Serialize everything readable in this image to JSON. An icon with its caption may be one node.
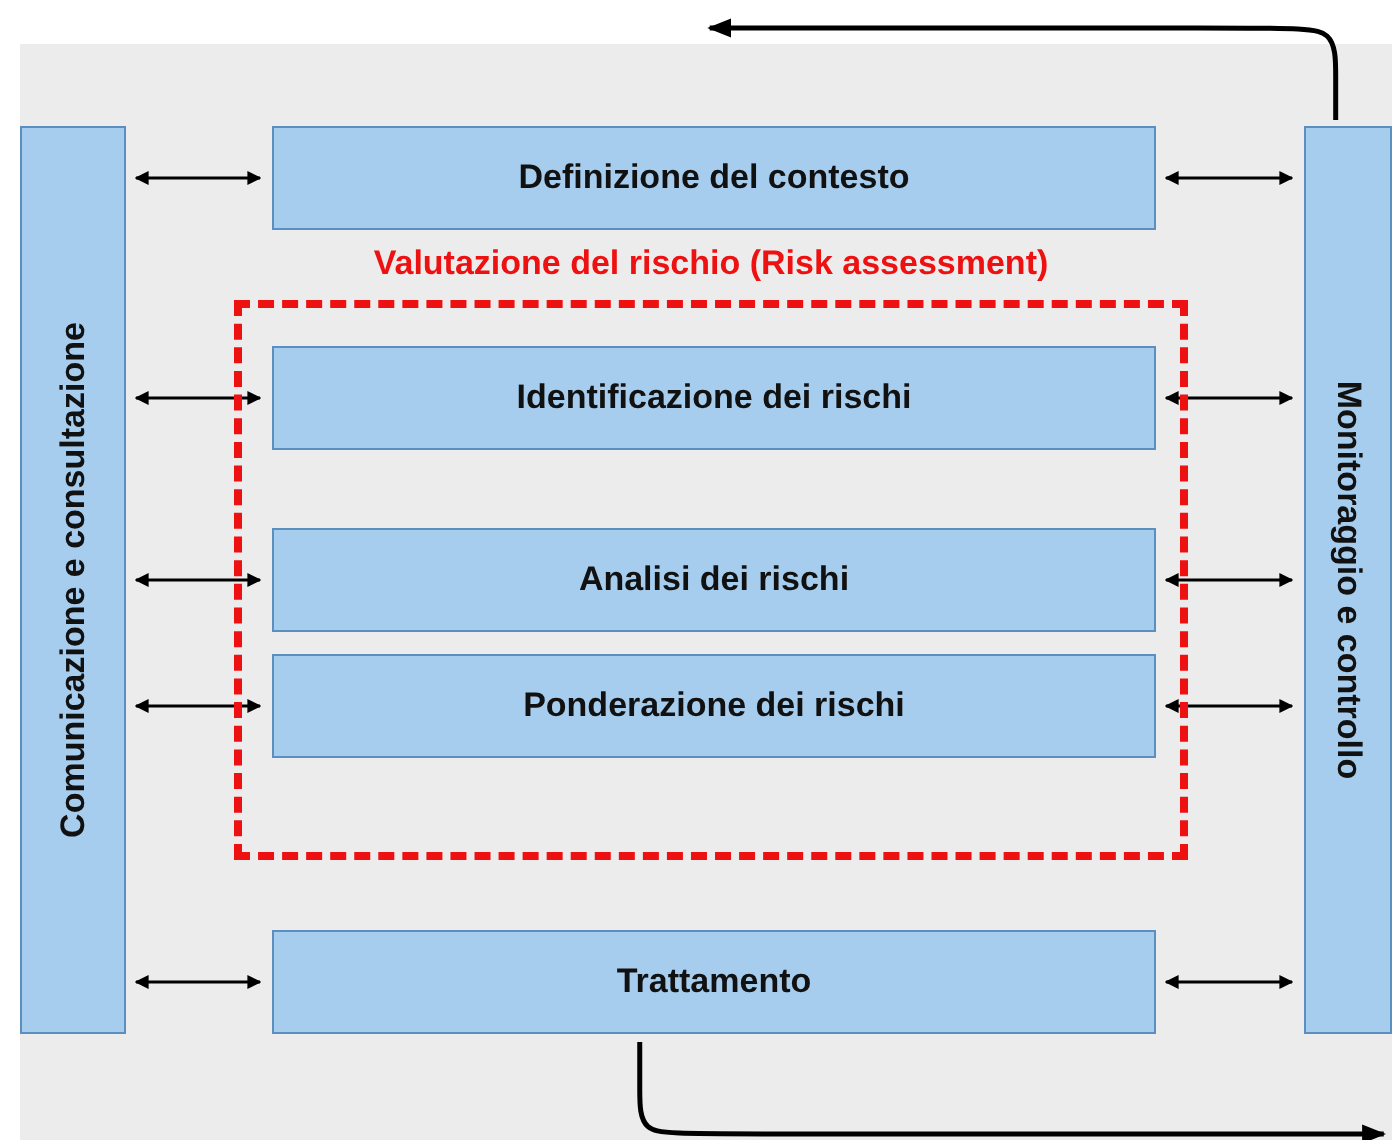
{
  "diagram": {
    "nodes": [
      {
        "text": [
          "Comunicazione e consultazione"
        ]
      },
      {
        "text": [
          "Definizione del contesto"
        ]
      },
      {
        "text": [
          "Valutazione del rischio (Risk assessment)"
        ]
      },
      {
        "text": [
          "Identificazione dei rischi"
        ],
        "in": 2
      },
      {
        "text": [
          "Analisi dei rischi"
        ],
        "in": 2
      },
      {
        "text": [
          "Ponderazione dei rischi"
        ],
        "in": 2
      },
      {
        "text": [
          "Trattamento"
        ]
      },
      {
        "text": [
          "Monitoraggio e controllo"
        ]
      }
    ],
    "edges": [
      {
        "from": 0,
        "to": 1,
        "arrow": "both"
      },
      {
        "from": 0,
        "to": 3,
        "arrow": "both"
      },
      {
        "from": 0,
        "to": 4,
        "arrow": "both"
      },
      {
        "from": 0,
        "to": 5,
        "arrow": "both"
      },
      {
        "from": 0,
        "to": 6,
        "arrow": "both"
      },
      {
        "from": 1,
        "to": 7,
        "arrow": "both"
      },
      {
        "from": 3,
        "to": 7,
        "arrow": "both"
      },
      {
        "from": 4,
        "to": 7,
        "arrow": "both"
      },
      {
        "from": 5,
        "to": 7,
        "arrow": "both"
      },
      {
        "from": 6,
        "to": 7,
        "arrow": "both"
      },
      {
        "from": 7,
        "to": null,
        "arrow": "to"
      },
      {
        "from": 6,
        "to": null,
        "arrow": "to"
      }
    ]
  }
}
